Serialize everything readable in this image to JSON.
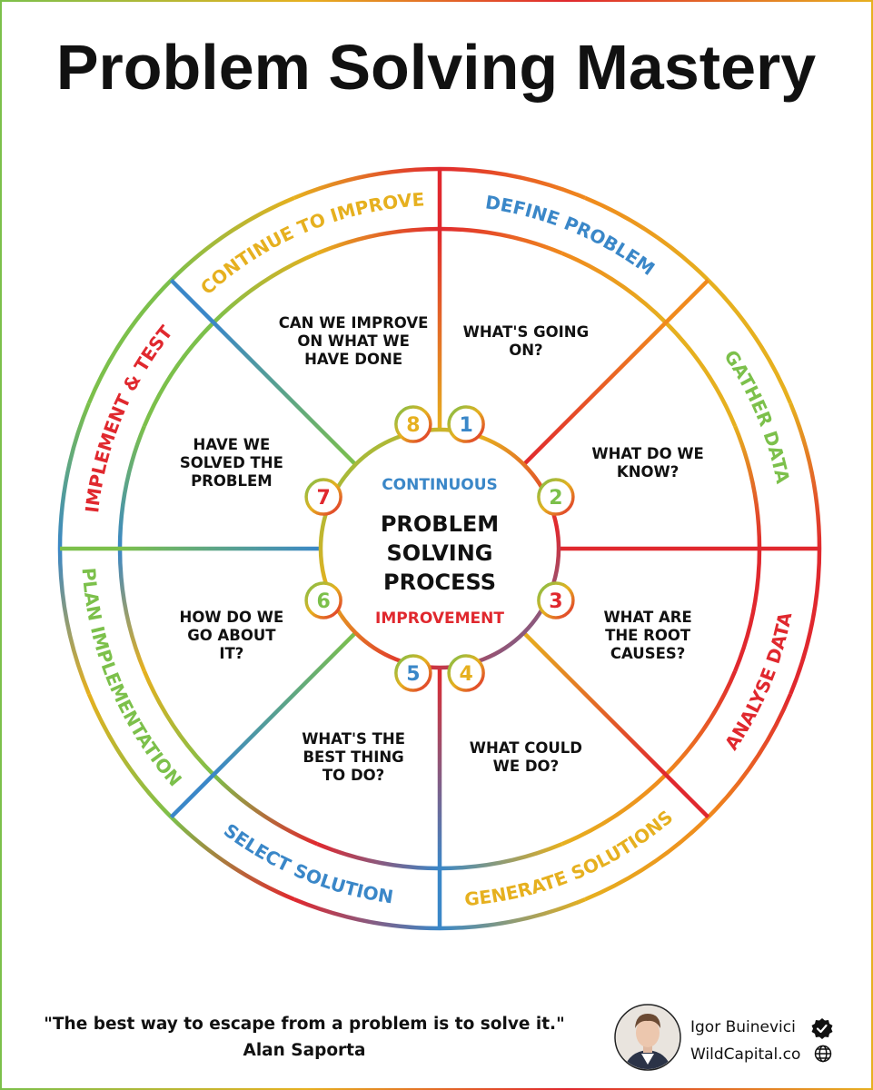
{
  "title": "Problem Solving Mastery",
  "colors": {
    "blue": "#3a87c8",
    "green": "#7cc04b",
    "yellow": "#e6b01f",
    "orange": "#f08a1d",
    "red": "#e0282e",
    "text": "#111111"
  },
  "center": {
    "top": "CONTINUOUS",
    "lines": [
      "PROBLEM",
      "SOLVING",
      "PROCESS"
    ],
    "bottom": "IMPROVEMENT"
  },
  "steps": [
    {
      "number": "1",
      "title": "DEFINE PROBLEM",
      "question": [
        "WHAT'S GOING",
        "ON?"
      ],
      "color": "#3a87c8"
    },
    {
      "number": "2",
      "title": "GATHER DATA",
      "question": [
        "WHAT DO WE",
        "KNOW?"
      ],
      "color": "#7cc04b"
    },
    {
      "number": "3",
      "title": "ANALYSE DATA",
      "question": [
        "WHAT ARE",
        "THE ROOT",
        "CAUSES?"
      ],
      "color": "#e0282e"
    },
    {
      "number": "4",
      "title": "GENERATE SOLUTIONS",
      "question": [
        "WHAT COULD",
        "WE DO?"
      ],
      "color": "#e6b01f"
    },
    {
      "number": "5",
      "title": "SELECT SOLUTION",
      "question": [
        "WHAT'S THE",
        "BEST THING",
        "TO DO?"
      ],
      "color": "#3a87c8"
    },
    {
      "number": "6",
      "title": "PLAN IMPLEMENTATION",
      "question": [
        "HOW DO WE",
        "GO ABOUT",
        "IT?"
      ],
      "color": "#7cc04b"
    },
    {
      "number": "7",
      "title": "IMPLEMENT & TEST",
      "question": [
        "HAVE WE",
        "SOLVED THE",
        "PROBLEM"
      ],
      "color": "#e0282e"
    },
    {
      "number": "8",
      "title": "CONTINUE TO IMPROVE",
      "question": [
        "CAN WE IMPROVE",
        "ON WHAT WE",
        "HAVE DONE"
      ],
      "color": "#e6b01f"
    }
  ],
  "footer": {
    "quote": "\"The best way to escape from a problem is to solve it.\"",
    "quote_author": "Alan Saporta",
    "name": "Igor Buinevici",
    "site": "WildCapital.co",
    "verified_icon": "verified-check-icon",
    "globe_icon": "globe-icon"
  }
}
